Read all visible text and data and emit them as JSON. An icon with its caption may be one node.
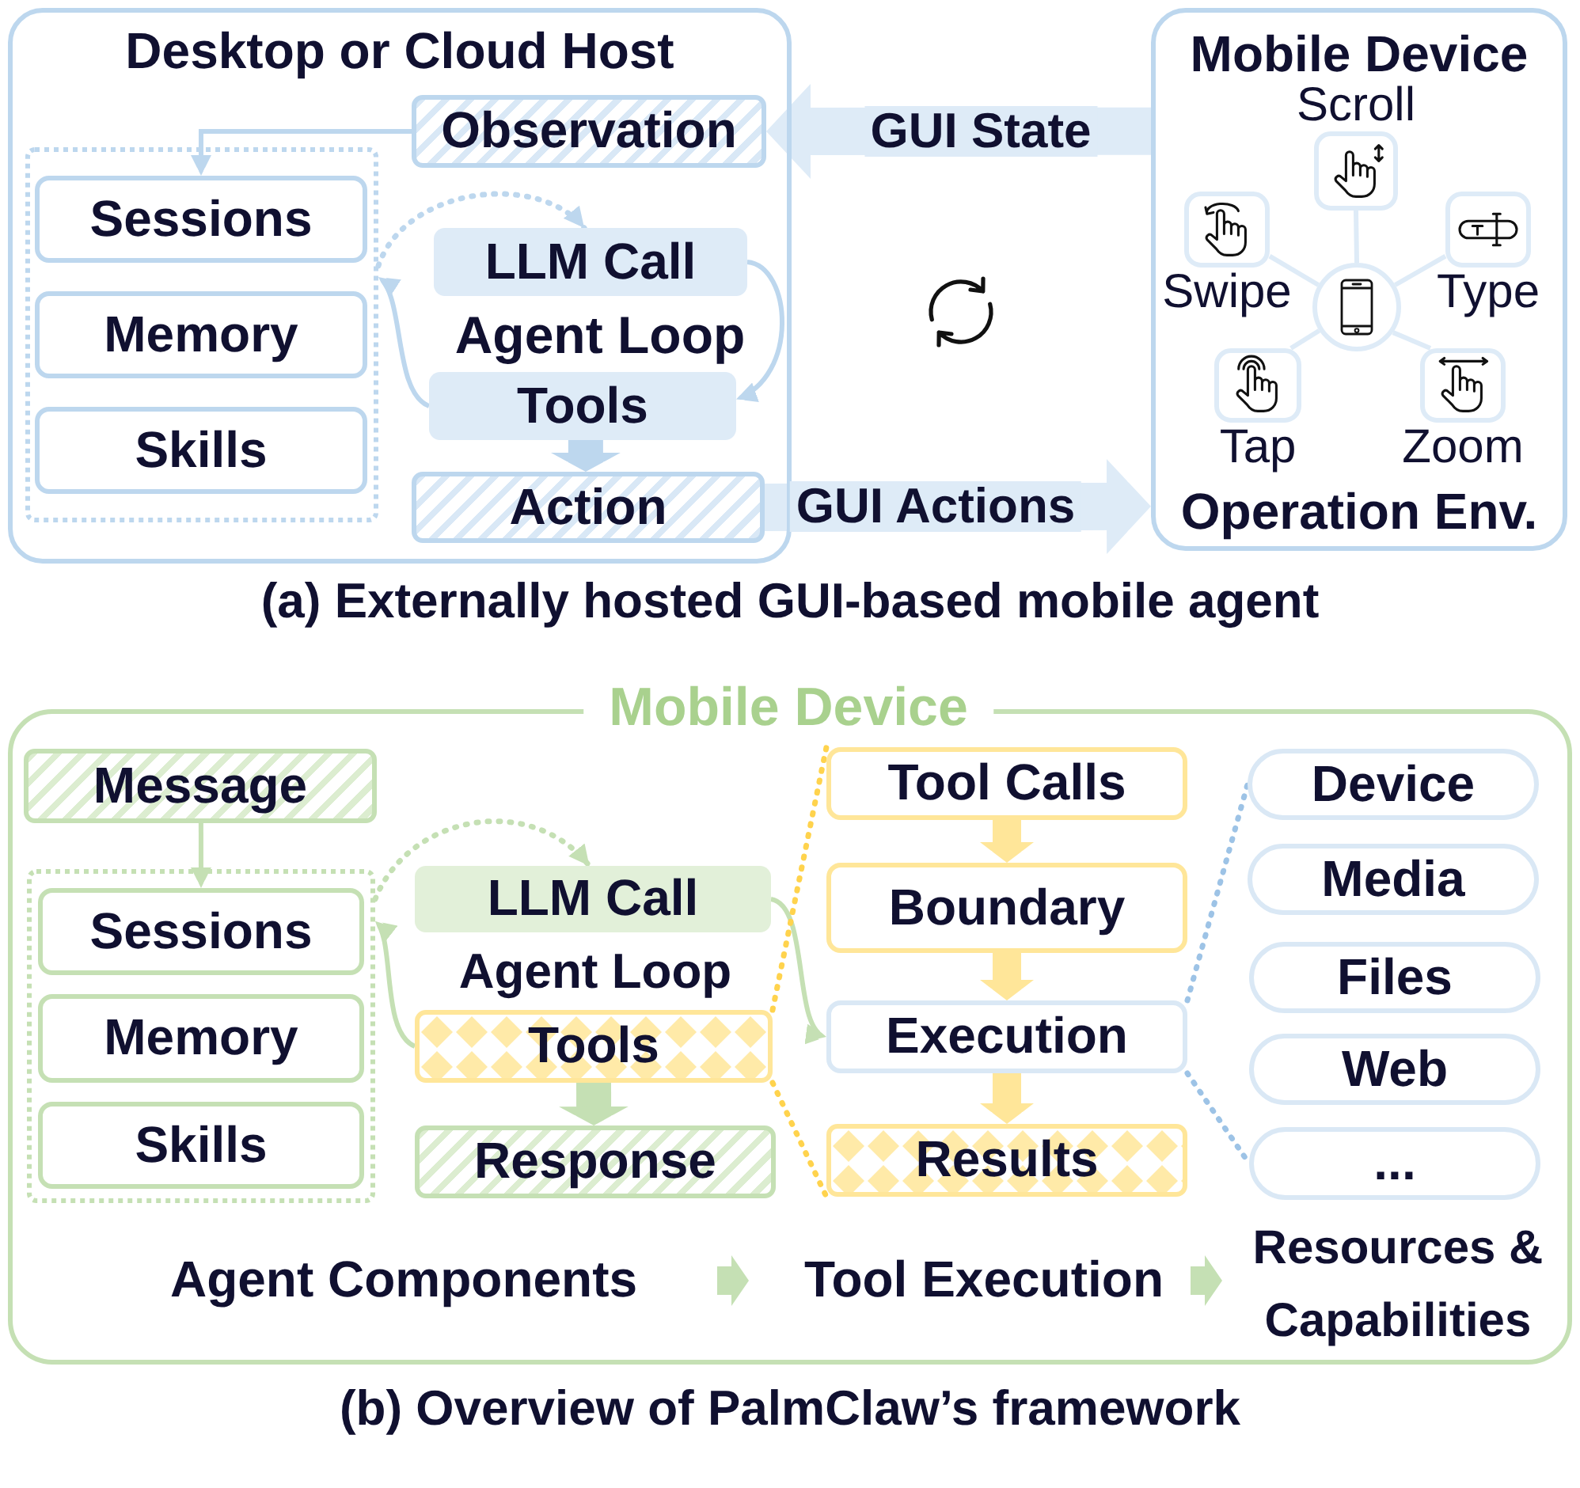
{
  "diagram": {
    "nodes": [
      {
        "text": [
          "Desktop or Cloud Host"
        ]
      },
      {
        "text": [
          "Observation"
        ],
        "in": 0
      },
      {
        "text": [],
        "shape": "box",
        "in": 0
      },
      {
        "text": [
          "Sessions"
        ],
        "in": 2
      },
      {
        "text": [
          "Memory"
        ],
        "in": 2
      },
      {
        "text": [
          "Skills"
        ],
        "in": 2
      },
      {
        "text": [
          "LLM Call"
        ],
        "in": 0
      },
      {
        "text": [
          "Tools"
        ],
        "in": 0
      },
      {
        "text": [
          "Action"
        ],
        "in": 0
      },
      {
        "text": [
          "Mobile Device",
          "Operation Env."
        ]
      },
      {
        "text": [],
        "shape": "circle",
        "in": 9
      },
      {
        "text": [
          "Scroll"
        ],
        "in": 9
      },
      {
        "text": [
          "Swipe"
        ],
        "in": 9
      },
      {
        "text": [
          "Type"
        ],
        "in": 9
      },
      {
        "text": [
          "Tap"
        ],
        "in": 9
      },
      {
        "text": [
          "Zoom"
        ],
        "in": 9
      },
      {
        "text": [
          "Mobile Device"
        ]
      },
      {
        "text": [
          "Message"
        ],
        "in": 16
      },
      {
        "text": [],
        "shape": "box",
        "in": 16
      },
      {
        "text": [
          "Sessions"
        ],
        "in": 18
      },
      {
        "text": [
          "Memory"
        ],
        "in": 18
      },
      {
        "text": [
          "Skills"
        ],
        "in": 18
      },
      {
        "text": [
          "LLM Call"
        ],
        "in": 16
      },
      {
        "text": [
          "Tools"
        ],
        "in": 16
      },
      {
        "text": [
          "Response"
        ],
        "in": 16
      },
      {
        "text": [
          "Tool Calls"
        ],
        "in": 16
      },
      {
        "text": [
          "Boundary"
        ],
        "in": 16
      },
      {
        "text": [
          "Execution"
        ],
        "in": 16
      },
      {
        "text": [
          "Results"
        ],
        "in": 16
      },
      {
        "text": [
          "Device"
        ],
        "in": 16
      },
      {
        "text": [
          "Media"
        ],
        "in": 16
      },
      {
        "text": [
          "Files"
        ],
        "in": 16
      },
      {
        "text": [
          "Web"
        ],
        "in": 16
      },
      {
        "text": [
          "..."
        ],
        "in": 16
      }
    ],
    "edges": [
      {
        "from": 9,
        "to": 1,
        "arrow": "to",
        "label": "GUI State",
        "style": "thick",
        "color": "#deebf7"
      },
      {
        "from": 8,
        "to": 9,
        "arrow": "to",
        "label": "GUI Actions",
        "style": "thick",
        "color": "#deebf7"
      },
      {
        "from": 1,
        "to": 3,
        "arrow": "to"
      },
      {
        "from": 2,
        "to": 6,
        "arrow": "to",
        "style": "dashed"
      },
      {
        "from": 6,
        "to": 7,
        "arrow": "to"
      },
      {
        "from": 7,
        "to": 2,
        "arrow": "to"
      },
      {
        "from": 7,
        "to": 8,
        "arrow": "to",
        "style": "thick"
      },
      {
        "from": 10,
        "to": 11,
        "arrow": "none",
        "color": "#deebf7"
      },
      {
        "from": 10,
        "to": 12,
        "arrow": "none",
        "color": "#deebf7"
      },
      {
        "from": 10,
        "to": 13,
        "arrow": "none",
        "color": "#deebf7"
      },
      {
        "from": 10,
        "to": 14,
        "arrow": "none",
        "color": "#deebf7"
      },
      {
        "from": 10,
        "to": 15,
        "arrow": "none",
        "color": "#deebf7"
      },
      {
        "from": 17,
        "to": 19,
        "arrow": "to",
        "color": "#c5e0b4"
      },
      {
        "from": 18,
        "to": 22,
        "arrow": "to",
        "style": "dashed",
        "color": "#c5e0b4"
      },
      {
        "from": 22,
        "to": 27,
        "arrow": "to",
        "color": "#c5e0b4"
      },
      {
        "from": 23,
        "to": 18,
        "arrow": "to",
        "color": "#c5e0b4"
      },
      {
        "from": 23,
        "to": 24,
        "arrow": "to",
        "style": "thick",
        "color": "#c5e0b4"
      },
      {
        "from": 23,
        "to": 25,
        "arrow": "none",
        "style": "dashed",
        "color": "#ffd34d"
      },
      {
        "from": 23,
        "to": 28,
        "arrow": "none",
        "style": "dashed",
        "color": "#ffd34d"
      },
      {
        "from": 25,
        "to": 26,
        "arrow": "to",
        "style": "thick",
        "color": "#ffe699"
      },
      {
        "from": 26,
        "to": 27,
        "arrow": "to",
        "style": "thick",
        "color": "#ffe699"
      },
      {
        "from": 27,
        "to": 28,
        "arrow": "to",
        "style": "thick",
        "color": "#ffe699"
      },
      {
        "from": 27,
        "to": 29,
        "arrow": "none",
        "style": "dashed",
        "color": "#9dc3e6"
      },
      {
        "from": 27,
        "to": 33,
        "arrow": "none",
        "style": "dashed",
        "color": "#9dc3e6"
      }
    ],
    "labels": [
      "Agent Loop",
      "(a) Externally hosted GUI-based mobile agent",
      "Agent Loop",
      "Agent Components",
      "Tool Execution",
      "Resources & Capabilities",
      "(b) Overview of PalmClaw’s framework"
    ]
  }
}
